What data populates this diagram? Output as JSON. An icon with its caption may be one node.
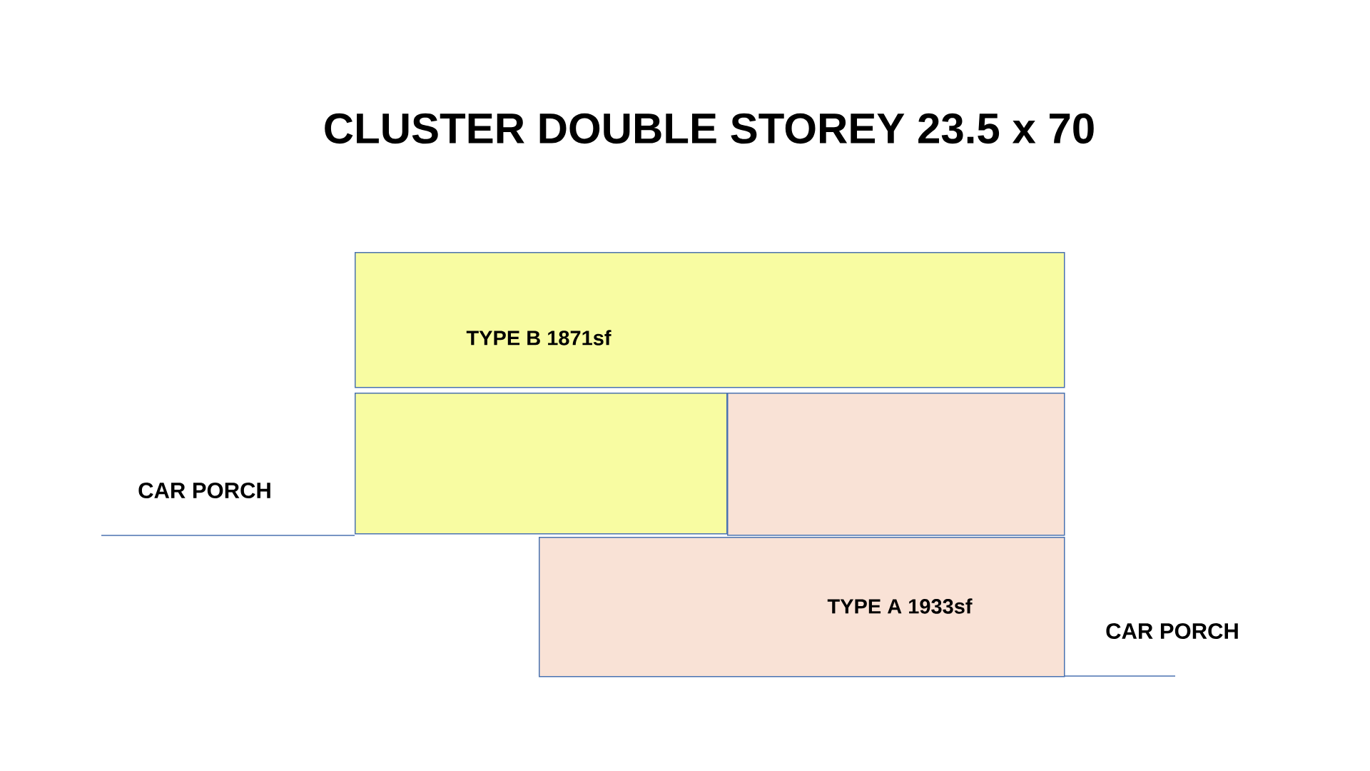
{
  "diagram": {
    "title": "CLUSTER DOUBLE STOREY 23.5 x 70",
    "nodes": [
      {
        "text": [
          "TYPE B 1871sf"
        ]
      },
      {
        "text": [],
        "shape": "box"
      },
      {
        "text": [],
        "shape": "box"
      },
      {
        "text": [
          "TYPE A 1933sf"
        ]
      }
    ],
    "labels": [
      "CAR PORCH",
      "CAR PORCH"
    ]
  }
}
